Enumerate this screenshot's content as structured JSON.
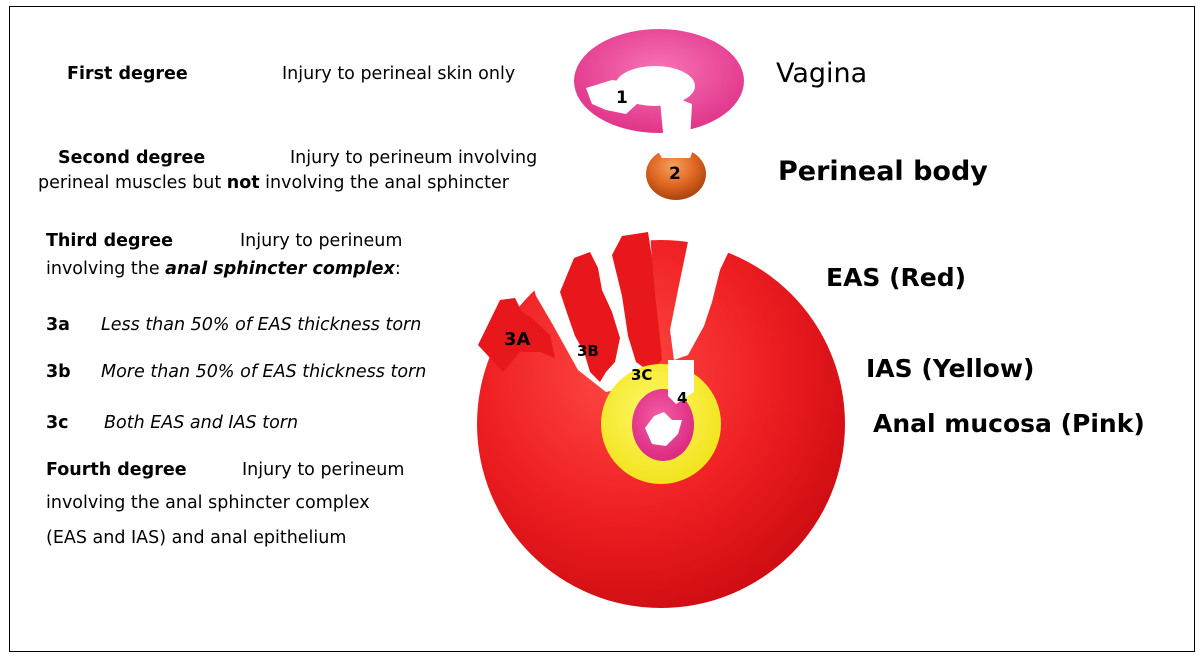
{
  "degrees": {
    "first": {
      "title": "First degree",
      "desc": "Injury to perineal skin  only"
    },
    "second": {
      "title": "Second degree",
      "desc1": "Injury to perineum involving",
      "desc2_pre": "perineal muscles but ",
      "desc2_bold": "not",
      "desc2_post": " involving the anal sphincter"
    },
    "third": {
      "title": "Third degree",
      "desc1": "Injury to perineum",
      "desc2_pre": "involving the ",
      "desc2_em": "anal sphincter complex",
      "desc2_post": ":"
    },
    "sub": [
      {
        "code": "3a",
        "desc": "Less than 50% of EAS thickness torn"
      },
      {
        "code": "3b",
        "desc": "More than 50% of EAS thickness torn"
      },
      {
        "code": "3c",
        "desc": "Both EAS and IAS torn"
      }
    ],
    "fourth": {
      "title": "Fourth degree",
      "desc1": "Injury to perineum",
      "desc2": "involving the anal sphincter complex",
      "desc3": "(EAS and IAS) and anal epithelium"
    }
  },
  "labels": {
    "vagina": "Vagina",
    "perineal_body": "Perineal body",
    "eas": "EAS (Red)",
    "ias": "IAS  (Yellow)",
    "mucosa": "Anal mucosa (Pink)"
  },
  "markers": {
    "m1": "1",
    "m2": "2",
    "m3a": "3A",
    "m3b": "3B",
    "m3c": "3C",
    "m4": "4"
  },
  "colors": {
    "eas": "#e8171c",
    "ias": "#f5ee1c",
    "mucosa": "#e8388a",
    "vagina": "#e83a8c",
    "perineal_body": "#d95f1a"
  }
}
